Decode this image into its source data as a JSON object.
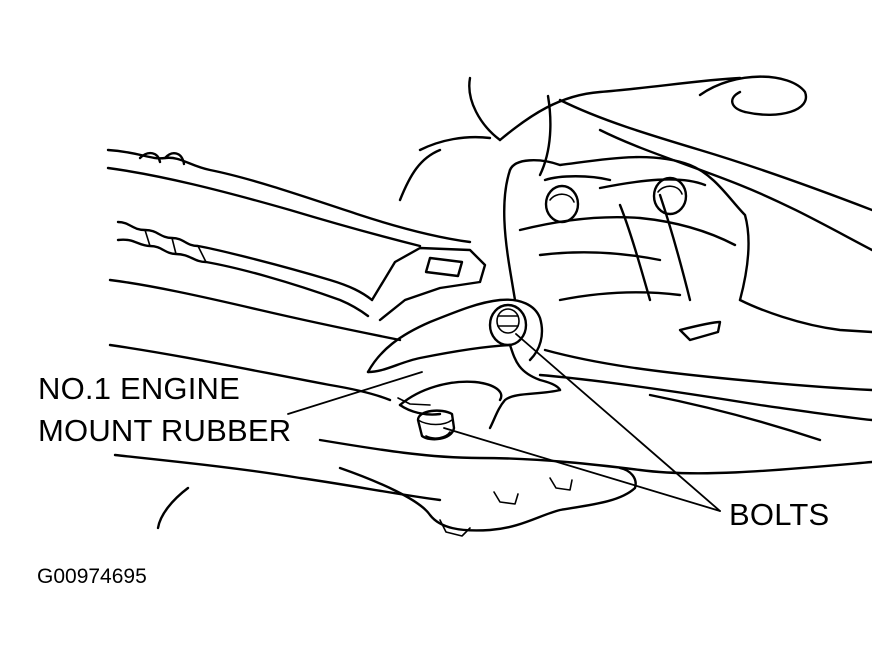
{
  "labels": {
    "part_line1": "NO.1 ENGINE",
    "part_line2": "MOUNT RUBBER",
    "bolts": "BOLTS",
    "figure_code": "G00974695"
  }
}
